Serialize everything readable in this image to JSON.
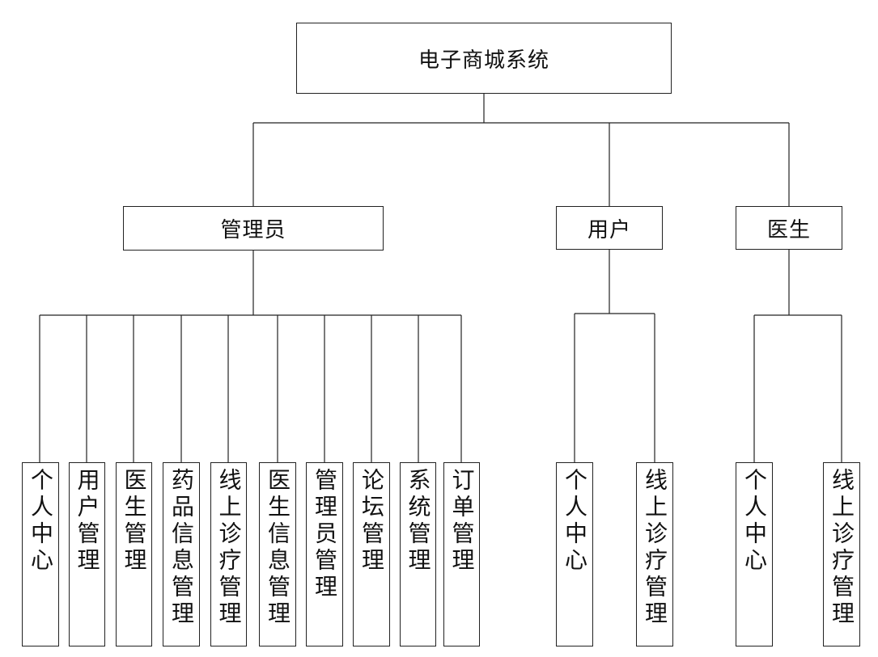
{
  "root": {
    "label": "电子商城系统"
  },
  "roles": [
    {
      "label": "管理员",
      "children": [
        "个人中心",
        "用户管理",
        "医生管理",
        "药品信息管理",
        "线上诊疗管理",
        "医生信息管理",
        "管理员管理",
        "论坛管理",
        "系统管理",
        "订单管理"
      ]
    },
    {
      "label": "用户",
      "children": [
        "个人中心",
        "线上诊疗管理"
      ]
    },
    {
      "label": "医生",
      "children": [
        "个人中心",
        "线上诊疗管理"
      ]
    }
  ]
}
